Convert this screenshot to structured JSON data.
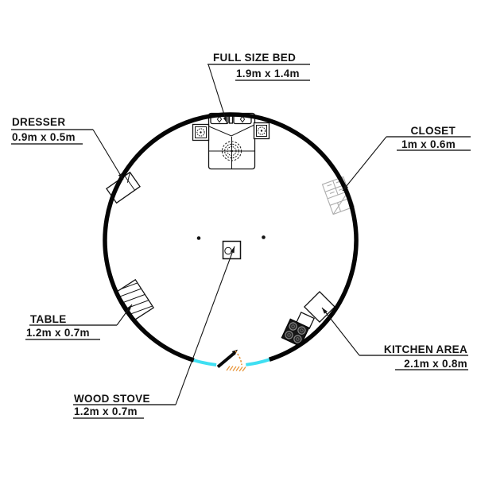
{
  "diagram": {
    "kind": "circular-floor-plan",
    "colors": {
      "wall_outline": "#050505",
      "entry_accent": "#3fdff2",
      "door_swing": "#e8963c",
      "closet_linework": "#adadad",
      "background": "#ffffff"
    },
    "callouts": [
      {
        "id": "full-size-bed",
        "label": "FULL SIZE BED",
        "dimensions": "1.9m x 1.4m"
      },
      {
        "id": "dresser",
        "label": "DRESSER",
        "dimensions": "0.9m x 0.5m"
      },
      {
        "id": "closet",
        "label": "CLOSET",
        "dimensions": "1m x 0.6m"
      },
      {
        "id": "table",
        "label": "TABLE",
        "dimensions": "1.2m x 0.7m"
      },
      {
        "id": "kitchen-area",
        "label": "KITCHEN AREA",
        "dimensions": "2.1m x 0.8m"
      },
      {
        "id": "wood-stove",
        "label": "WOOD STOVE",
        "dimensions": "1.2m x 0.7m"
      }
    ]
  }
}
